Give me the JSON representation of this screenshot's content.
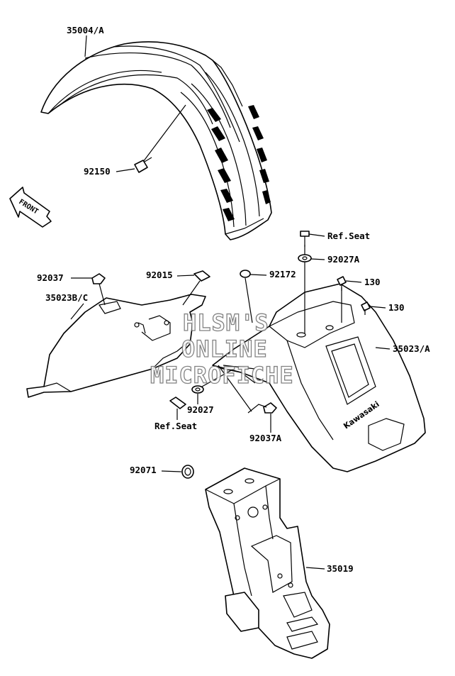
{
  "labels": {
    "front_fender": "35004/A",
    "front_fender_bolt": "92150",
    "mud_guard": "35023B/C",
    "clip_left": "92037",
    "nut_clip": "92015",
    "screw": "92172",
    "ref_seat_top": "Ref.Seat",
    "collar_top": "92027A",
    "bolt_130_a": "130",
    "bolt_130_b": "130",
    "rear_fender": "35023/A",
    "collar": "92027",
    "ref_seat_bottom": "Ref.Seat",
    "clip_right": "92037A",
    "grommet": "92071",
    "bracket": "35019"
  },
  "front_arrow": "FRONT",
  "brand_mark": "Kawasaki",
  "watermark": [
    "HLSM'S",
    "ONLINE",
    "MICROFICHE"
  ]
}
